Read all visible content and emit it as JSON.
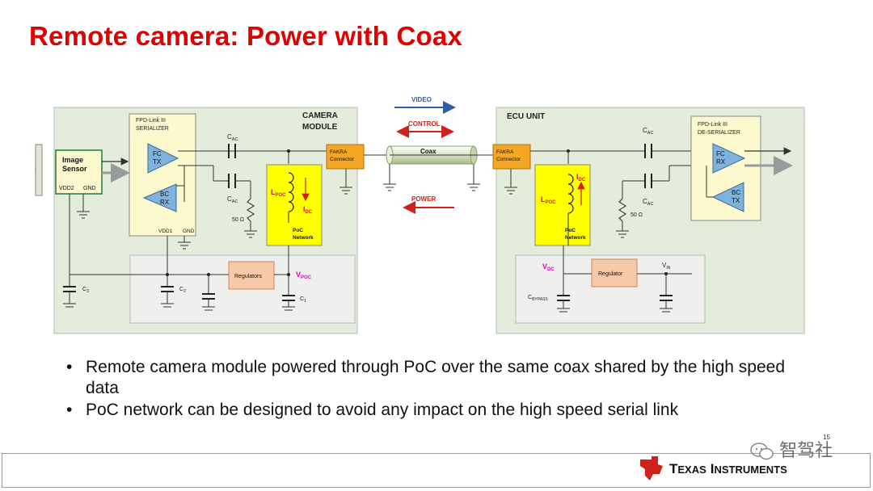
{
  "slide": {
    "title": "Remote camera: Power with Coax",
    "page_number": "15"
  },
  "diagram": {
    "camera_module_label": "CAMERA\nMODULE",
    "ecu_unit_label": "ECU UNIT",
    "serializer_label": "FPD-Link III\nSERIALIZER",
    "deserializer_label": "FPD-Link III\nDE-SERIALIZER",
    "image_sensor_label": "Image\nSensor",
    "vdd2_label": "VDD2",
    "gnd_label": "GND",
    "vdd1_label": "VDD1",
    "fc_tx": "FC\nTX",
    "bc_rx": "BC\nRX",
    "fc_rx": "FC\nRX",
    "bc_tx": "BC\nTX",
    "cac": "C",
    "cac_sub": "AC",
    "r50": "50 Ω",
    "lpoc": "L",
    "lpoc_sub": "POC",
    "idc": "I",
    "idc_sub": "DC",
    "poc_network": "PoC\nNetwork",
    "fakra": "FAKRA\nConnector",
    "coax": "Coax",
    "video": "VIDEO",
    "control": "CONTROL",
    "power": "POWER",
    "regulators": "Regulators",
    "regulator": "Regulator",
    "vpoc": "V",
    "vpoc_sub": "POC",
    "vdc": "V",
    "vdc_sub": "DC",
    "vin": "V",
    "vin_sub": "IN",
    "c1": "C",
    "c1_sub": "1",
    "c2": "C",
    "c2_sub": "2",
    "c3": "C",
    "c3_sub": "3",
    "cbypass": "C",
    "cbypass_sub": "BYPASS",
    "colors": {
      "panel_fill": "#e4eddc",
      "panel_border": "#b9b9b9",
      "chip_fill": "#fdf9cf",
      "poc_fill": "#ffff00",
      "fakra_fill": "#f5a623",
      "regulator_fill": "#f8c9a8",
      "buffer_fill": "#7fb2dc",
      "video_arrow": "#2e5ea6",
      "control_arrow": "#d0211c",
      "power_arrow": "#d0211c",
      "magenta_label": "#e000c0"
    }
  },
  "bullets": [
    "Remote camera module powered through PoC over the same coax shared by the high speed data",
    "PoC network can be designed to avoid any impact on the high speed serial link"
  ],
  "footer": {
    "logo_text_big1": "T",
    "logo_text_small1": "EXAS",
    "logo_text_big2": "I",
    "logo_text_small2": "NSTRUMENTS",
    "watermark": "智驾社"
  }
}
